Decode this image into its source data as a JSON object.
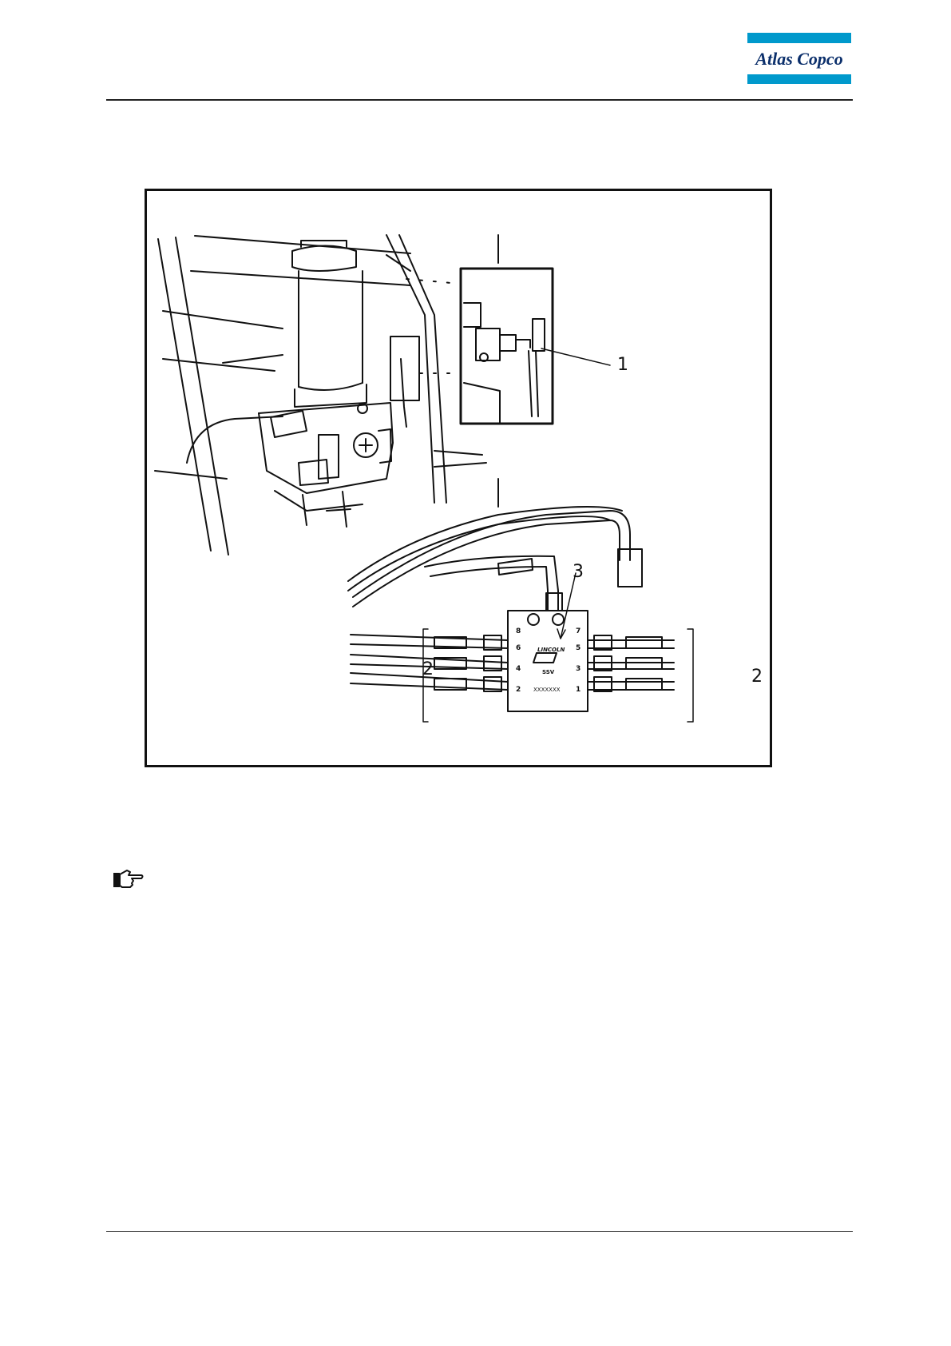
{
  "header": {
    "logo": {
      "brand_text": "Atlas Copco",
      "brand_color": "#0099cc",
      "text_color": "#0b2f6b"
    }
  },
  "figure": {
    "callouts": [
      "1",
      "3",
      "2",
      "2"
    ],
    "manifold_labels": {
      "brand": "LINCOLN",
      "model": "SSV",
      "serial": "XXXXXXX",
      "outlets_left": [
        "8",
        "6",
        "4",
        "2"
      ],
      "outlets_right": [
        "7",
        "5",
        "3",
        "1"
      ]
    }
  },
  "note": {
    "icon": "pointing-hand-icon"
  }
}
